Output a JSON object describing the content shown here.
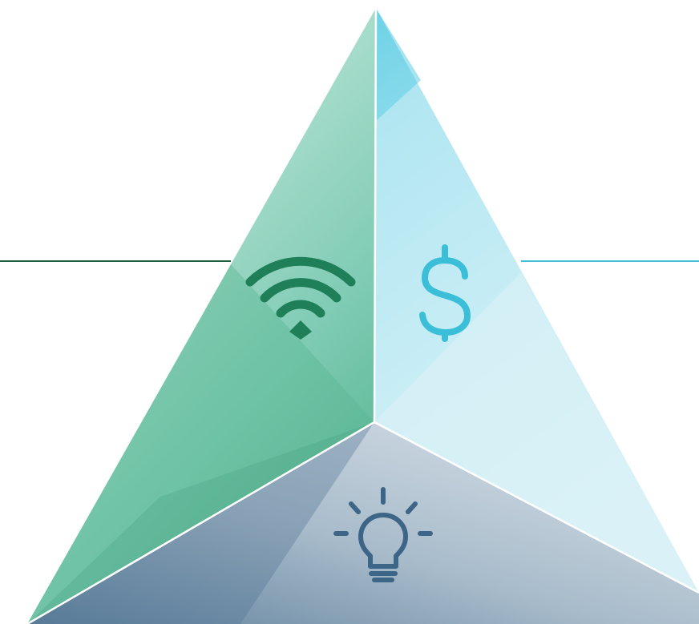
{
  "diagram": {
    "type": "pyramid-three-facets",
    "facets": [
      {
        "id": "left",
        "icon": "wifi-icon",
        "color": "#1e7f58"
      },
      {
        "id": "right",
        "icon": "dollar-icon",
        "color": "#3bbfd8"
      },
      {
        "id": "bottom",
        "icon": "lightbulb-icon",
        "color": "#3d6587"
      }
    ],
    "colors": {
      "left_light": "#c9e8df",
      "left_mid": "#7fcbb4",
      "left_dark": "#4aa786",
      "right_light": "#b7e8f2",
      "right_mid": "#cdeef5",
      "right_dark": "#6ccfe3",
      "bottom_dark": "#5a7c98",
      "bottom_mid": "#9fb3c4",
      "bottom_light": "#d7e0e8",
      "left_line": "#1f5c3e",
      "right_line": "#42bfd6"
    }
  }
}
